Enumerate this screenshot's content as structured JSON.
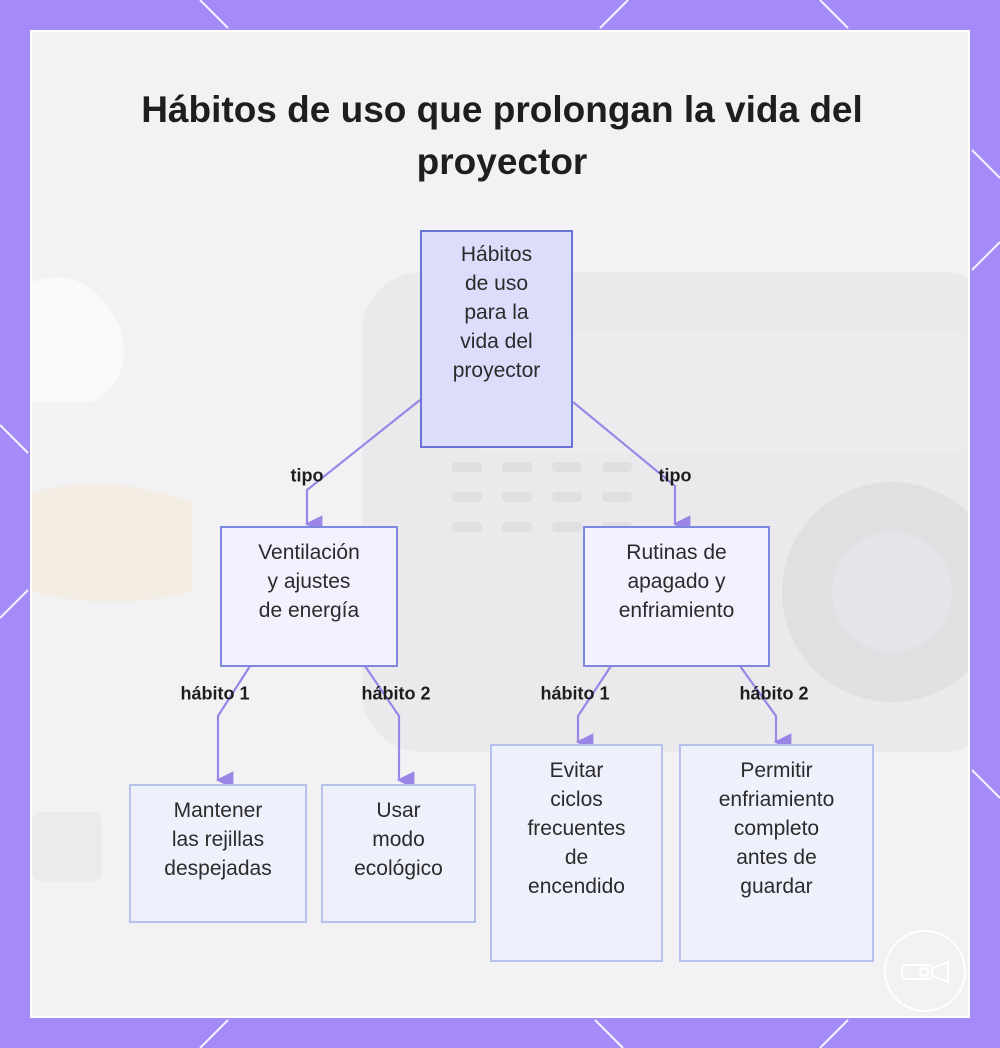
{
  "title": "Hábitos de uso que prolongan la vida del proyector",
  "nodes": {
    "root": "Hábitos\nde uso\npara la\nvida del\nproyector",
    "left": "Ventilación\ny ajustes\nde energía",
    "right": "Rutinas de\napagado y\nenfriamiento",
    "leaf1": "Mantener\nlas rejillas\ndespejadas",
    "leaf2": "Usar\nmodo\necológico",
    "leaf3": "Evitar\nciclos\nfrecuentes\nde\nencendido",
    "leaf4": "Permitir\nenfriamiento\ncompleto\nantes de\nguardar"
  },
  "edge_labels": {
    "root_left": "tipo",
    "root_right": "tipo",
    "left_leaf1": "hábito 1",
    "left_leaf2": "hábito 2",
    "right_leaf3": "hábito 1",
    "right_leaf4": "hábito 2"
  },
  "colors": {
    "frame": "#a48bf7",
    "edge": "#9b86e8",
    "root_fill": "#dcdcfb",
    "node_border": "#7f88df"
  },
  "icons": [
    "projector-logo-icon"
  ]
}
